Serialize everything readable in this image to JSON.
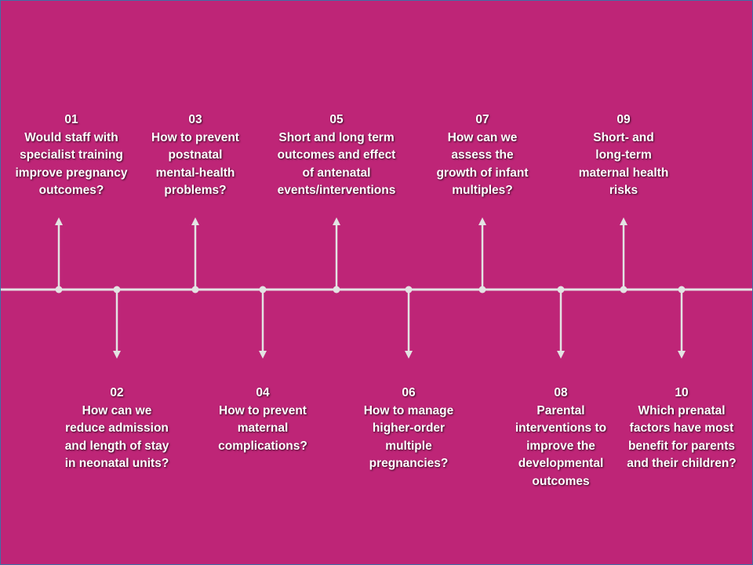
{
  "colors": {
    "background": "#be2577",
    "line": "#e3e3e3",
    "text": "#ffffff"
  },
  "items": [
    {
      "number": "01",
      "lines": [
        "Would staff with",
        "specialist training",
        "improve pregnancy",
        "outcomes?"
      ]
    },
    {
      "number": "02",
      "lines": [
        "How can we",
        "reduce admission",
        "and length of stay",
        "in neonatal units?"
      ]
    },
    {
      "number": "03",
      "lines": [
        "How to prevent",
        "postnatal",
        "mental-health",
        "problems?"
      ]
    },
    {
      "number": "04",
      "lines": [
        "How to prevent",
        "maternal",
        "complications?"
      ]
    },
    {
      "number": "05",
      "lines": [
        "Short and long term",
        "outcomes and effect",
        "of antenatal",
        "events/interventions"
      ]
    },
    {
      "number": "06",
      "lines": [
        "How to manage",
        "higher-order",
        "multiple",
        "pregnancies?"
      ]
    },
    {
      "number": "07",
      "lines": [
        "How can we",
        "assess the",
        "growth of infant",
        "multiples?"
      ]
    },
    {
      "number": "08",
      "lines": [
        "Parental",
        "interventions to",
        "improve the",
        "developmental",
        "outcomes"
      ]
    },
    {
      "number": "09",
      "lines": [
        "Short- and",
        "long-term",
        "maternal health",
        "risks"
      ]
    },
    {
      "number": "10",
      "lines": [
        "Which prenatal",
        "factors have most",
        "benefit for parents",
        "and their children?"
      ]
    }
  ]
}
